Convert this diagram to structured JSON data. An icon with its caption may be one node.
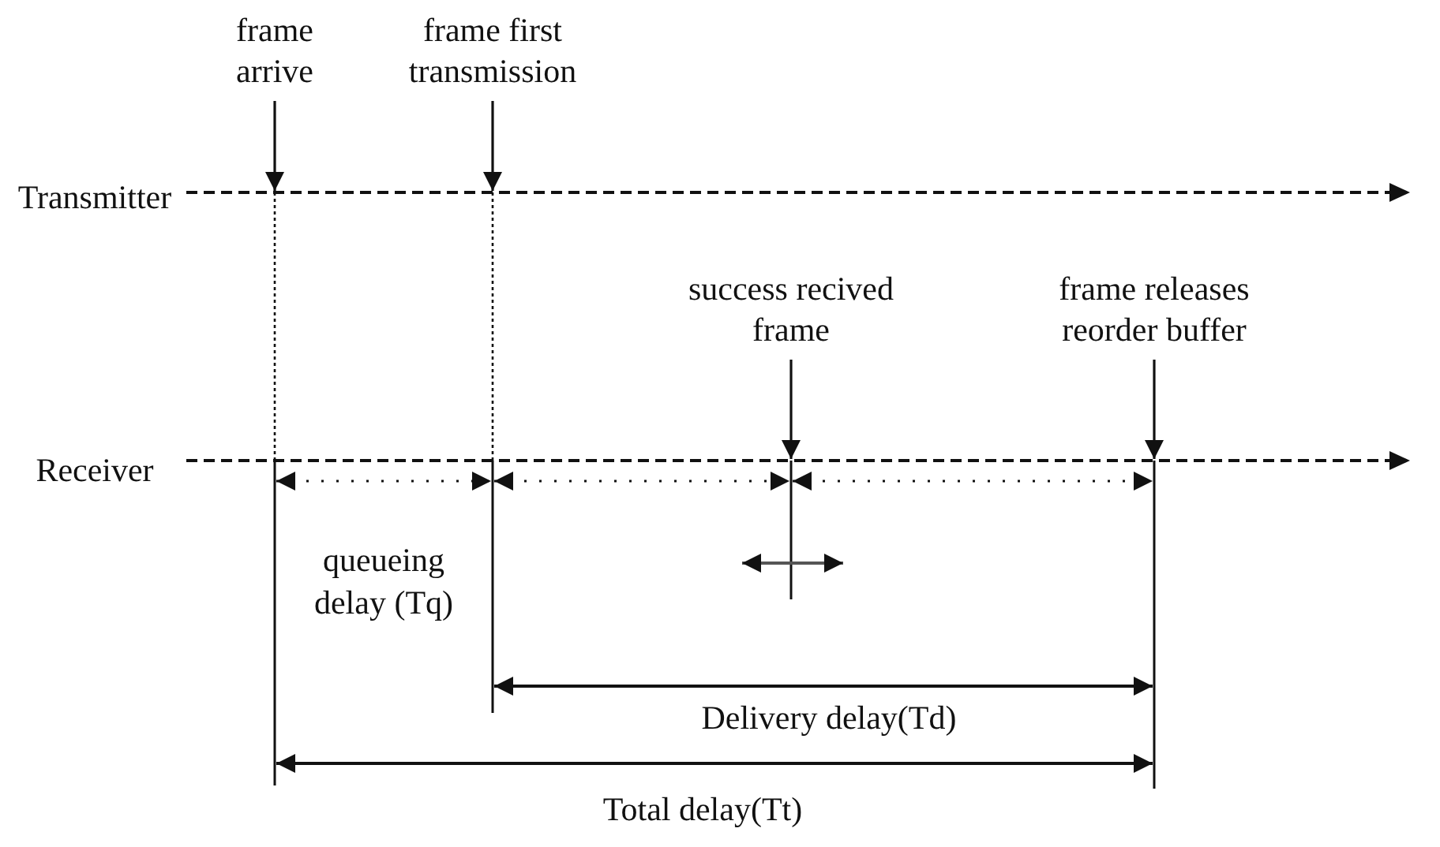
{
  "diagram": {
    "nodes": [
      {
        "text": [
          "frame arrive"
        ]
      },
      {
        "text": [
          "frame first transmission"
        ]
      },
      {
        "text": [
          "success recived frame"
        ]
      },
      {
        "text": [
          "frame releases reorder buffer"
        ]
      }
    ],
    "edges": [
      {
        "from": 0,
        "to": null,
        "arrow": "to"
      },
      {
        "from": 1,
        "to": null,
        "arrow": "to"
      },
      {
        "from": 2,
        "to": null,
        "arrow": "to"
      },
      {
        "from": 3,
        "to": null,
        "arrow": "to"
      }
    ],
    "labels": [
      "Transmitter",
      "Receiver",
      "queueing delay (Tq)",
      "Delivery delay(Td)",
      "Total delay(Tt)"
    ]
  }
}
